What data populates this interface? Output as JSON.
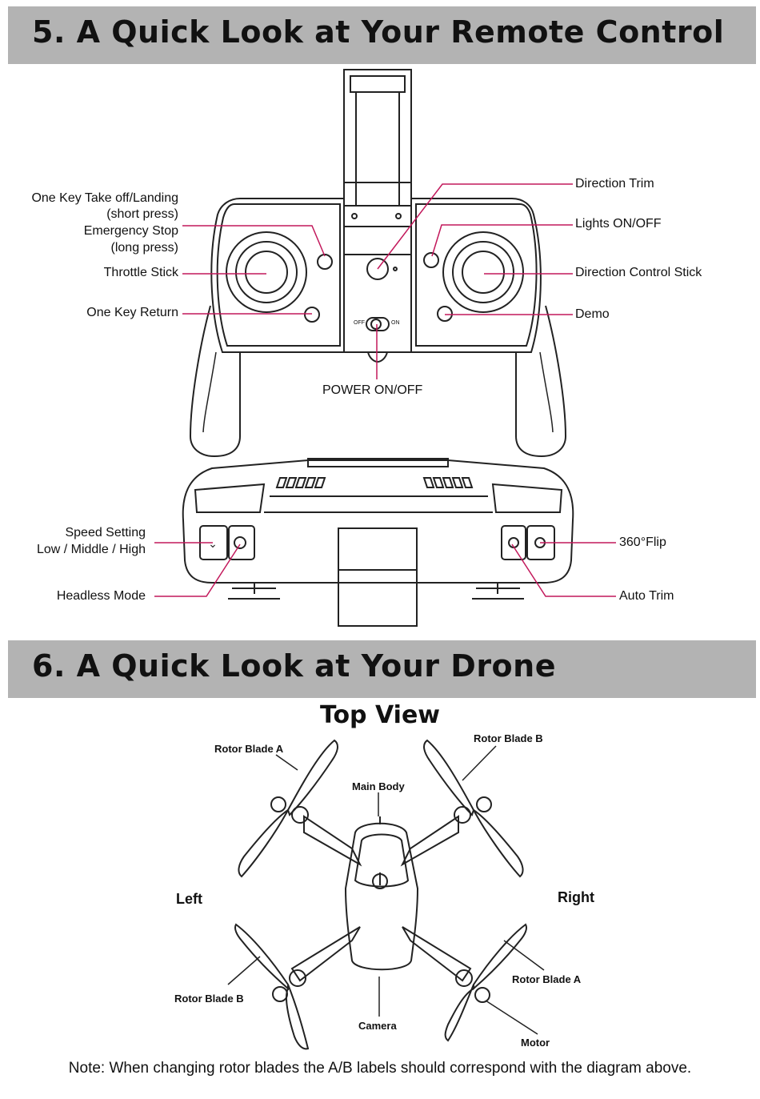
{
  "section5": {
    "title": "5. A Quick Look at Your Remote Control",
    "labels": {
      "takeoff_line1": "One Key Take off/Landing",
      "takeoff_line2": "(short press)",
      "emergency_line1": "Emergency Stop",
      "emergency_line2": "(long press)",
      "throttle": "Throttle Stick",
      "return": "One Key Return",
      "direction_trim": "Direction Trim",
      "lights": "Lights ON/OFF",
      "direction_stick": "Direction Control Stick",
      "demo": "Demo",
      "power": "POWER ON/OFF",
      "speed_line1": "Speed Setting",
      "speed_line2": "Low / Middle / High",
      "headless": "Headless Mode",
      "flip": "360°Flip",
      "auto_trim": "Auto Trim",
      "switch_off": "OFF",
      "switch_on": "ON"
    }
  },
  "section6": {
    "title": "6. A Quick Look at Your Drone",
    "subtitle": "Top View",
    "labels": {
      "rotor_a_top": "Rotor Blade A",
      "rotor_b_top": "Rotor Blade B",
      "main_body": "Main Body",
      "left": "Left",
      "right": "Right",
      "rotor_b_bottom": "Rotor Blade B",
      "rotor_a_bottom": "Rotor Blade A",
      "camera": "Camera",
      "motor": "Motor"
    },
    "note": "Note: When changing rotor blades the A/B labels should correspond with the diagram above."
  },
  "colors": {
    "header_bg": "#b3b3b3",
    "callout_line": "#c2185b",
    "drawing": "#222222"
  }
}
